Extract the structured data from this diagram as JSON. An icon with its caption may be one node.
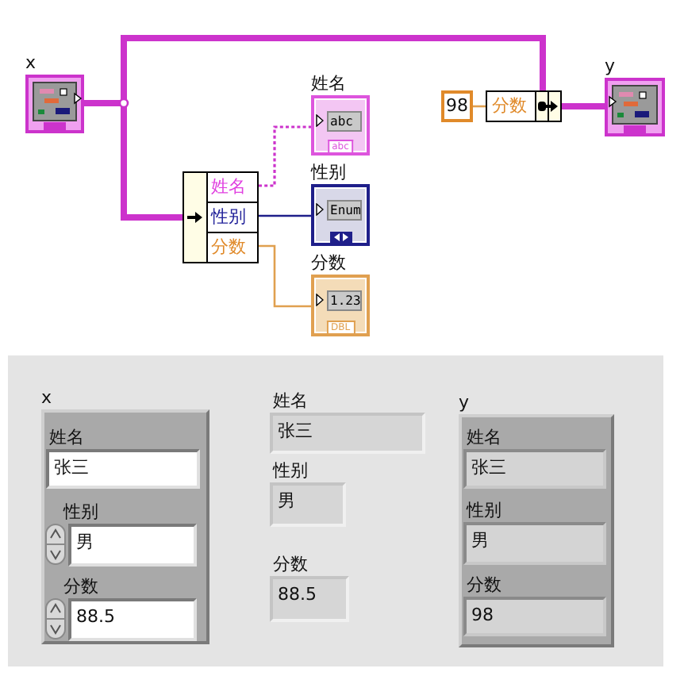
{
  "diagram": {
    "nodes": [
      {
        "text": [
          "x"
        ]
      },
      {
        "text": [
          "姓名",
          "性别",
          "分数"
        ]
      },
      {
        "text": [
          "姓名",
          "abc",
          "abc"
        ]
      },
      {
        "text": [
          "性别",
          "Enum"
        ]
      },
      {
        "text": [
          "分数",
          "1.23",
          "DBL"
        ]
      },
      {
        "text": [
          "98"
        ]
      },
      {
        "text": [
          "分数"
        ]
      },
      {
        "text": [
          "y"
        ]
      },
      {
        "text": [
          "x"
        ]
      },
      {
        "text": [
          "姓名",
          "张三"
        ],
        "in": 8
      },
      {
        "text": [
          "性别",
          "男"
        ],
        "in": 8
      },
      {
        "text": [
          "分数",
          "88.5"
        ],
        "in": 8
      },
      {
        "text": [
          "姓名",
          "张三"
        ]
      },
      {
        "text": [
          "性别",
          "男"
        ]
      },
      {
        "text": [
          "分数",
          "88.5"
        ]
      },
      {
        "text": [
          "y"
        ]
      },
      {
        "text": [
          "姓名",
          "张三"
        ],
        "in": 15
      },
      {
        "text": [
          "性别",
          "男"
        ],
        "in": 15
      },
      {
        "text": [
          "分数",
          "98"
        ],
        "in": 15
      }
    ],
    "edges": [
      {
        "from": 0,
        "to": 1,
        "arrow": "none",
        "style": "thick"
      },
      {
        "from": 0,
        "to": 6,
        "arrow": "none",
        "style": "thick"
      },
      {
        "from": 1,
        "to": 2,
        "arrow": "none",
        "style": "dashed"
      },
      {
        "from": 1,
        "to": 3,
        "arrow": "none",
        "color": "#1f1f8a"
      },
      {
        "from": 1,
        "to": 4,
        "arrow": "none",
        "color": "#e0a050"
      },
      {
        "from": 5,
        "to": 6,
        "arrow": "none",
        "color": "#e0a050"
      },
      {
        "from": 6,
        "to": 7,
        "arrow": "none",
        "style": "thick"
      }
    ]
  }
}
